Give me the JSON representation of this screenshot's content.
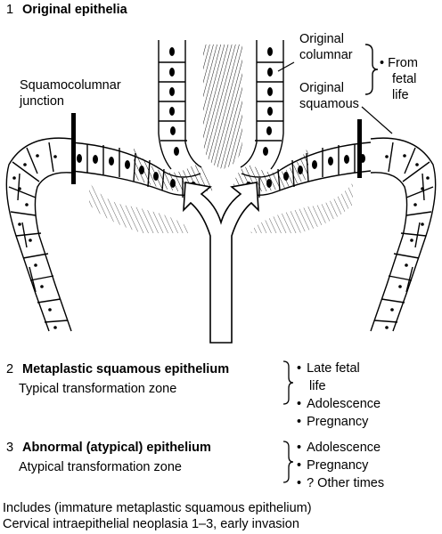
{
  "section1": {
    "number": "1",
    "title": "Original epithelia"
  },
  "diagram_labels": {
    "squamocolumnar_junction_line1": "Squamocolumnar",
    "squamocolumnar_junction_line2": "junction",
    "original_columnar_line1": "Original",
    "original_columnar_line2": "columnar",
    "original_squamous_line1": "Original",
    "original_squamous_line2": "squamous",
    "from_fetal_life_line1": "From",
    "from_fetal_life_line2": "fetal",
    "from_fetal_life_line3": "life"
  },
  "section2": {
    "number": "2",
    "title": "Metaplastic squamous epithelium",
    "subtitle": "Typical transformation zone",
    "bullets": [
      "Late fetal",
      "life",
      "Adolescence",
      "Pregnancy"
    ]
  },
  "section3": {
    "number": "3",
    "title": "Abnormal (atypical) epithelium",
    "subtitle": "Atypical transformation zone",
    "bullets": [
      "Adolescence",
      "Pregnancy",
      "? Other times"
    ]
  },
  "footer": {
    "line1": "Includes (immature metaplastic squamous epithelium)",
    "line2": "Cervical intraepithelial neoplasia 1–3, early invasion"
  }
}
